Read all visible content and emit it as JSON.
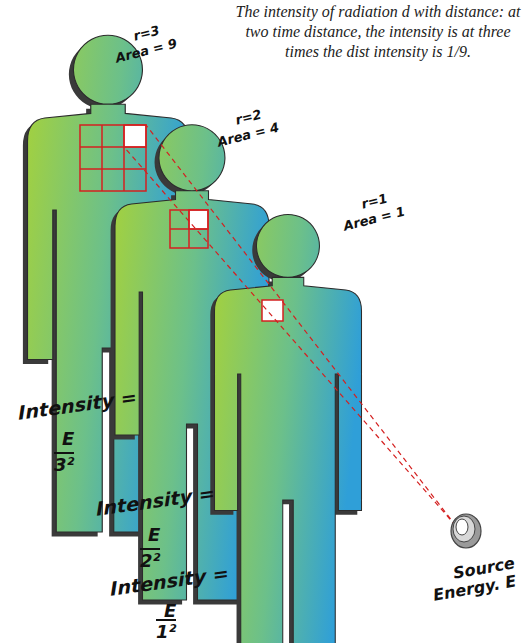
{
  "diagram": {
    "caption": "The intensity of radiation d with distance: at two time distance, the intensity is at three times the dist intensity is 1/9.",
    "labels": [
      "r=3",
      "Area = 9",
      "r=2",
      "Area = 4",
      "r=1",
      "Area = 1",
      "Intensity =",
      "E",
      "3²",
      "Intensity =",
      "E",
      "2²",
      "Intensity =",
      "E",
      "1²",
      "Source",
      "Energy. E"
    ]
  }
}
